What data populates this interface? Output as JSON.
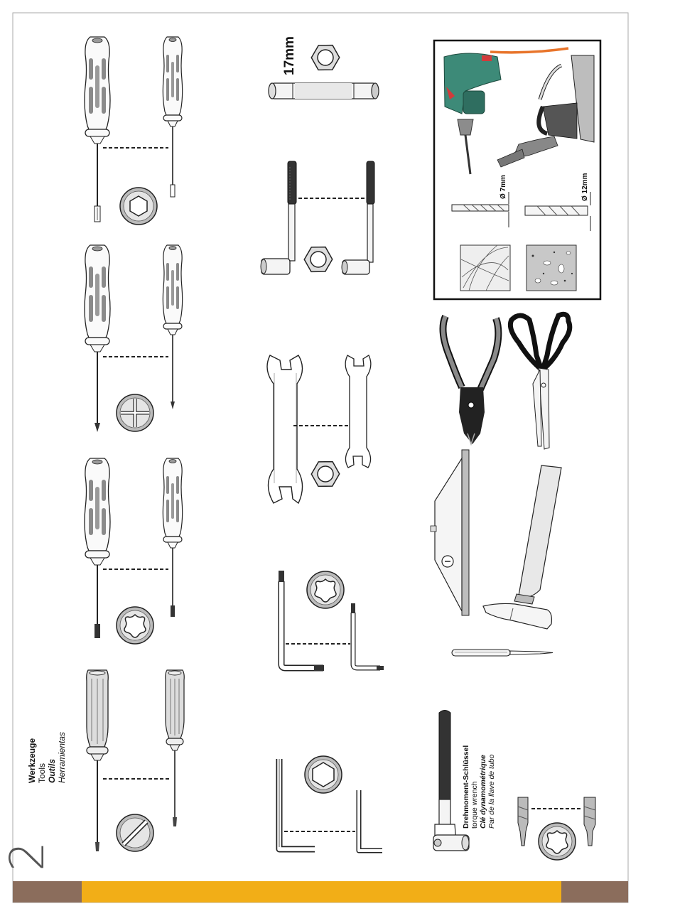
{
  "page": {
    "number": "2",
    "colors": {
      "footer_side": "#8b6d5c",
      "footer_center": "#f2ae17",
      "handle_grey": "#8a8a8a",
      "drill_green": "#3d8a78",
      "drill_red": "#d23b3b",
      "cable_orange": "#e8742a"
    }
  },
  "title": {
    "de": "Werkzeuge",
    "en": "Tools",
    "fr": "Outils",
    "es": "Herramientas"
  },
  "labels": {
    "socket_size": "17mm",
    "drill_small": "Ø 7mm",
    "drill_large": "Ø 12mm"
  },
  "torque_wrench": {
    "de": "Drehmoment-Schlüssel",
    "en": "torque wrench",
    "fr": "Clé dynamométrique",
    "es": "Par de la llave de tubo"
  },
  "icons": {
    "screwdrivers": [
      "hex-screwdriver-icon",
      "phillips-screwdriver-icon",
      "torx-screwdriver-icon",
      "flathead-screwdriver-icon"
    ],
    "wrenches": [
      "socket-wrench-icon",
      "offset-socket-wrench-icon",
      "open-end-wrench-icon",
      "torx-key-icon",
      "hex-key-icon",
      "torque-wrench-icon"
    ],
    "other": [
      "drill-icon",
      "drill-bit-icon",
      "pliers-icon",
      "scissors-icon",
      "spirit-level-icon",
      "hammer-icon",
      "awl-icon",
      "torx-bit-icon"
    ]
  }
}
